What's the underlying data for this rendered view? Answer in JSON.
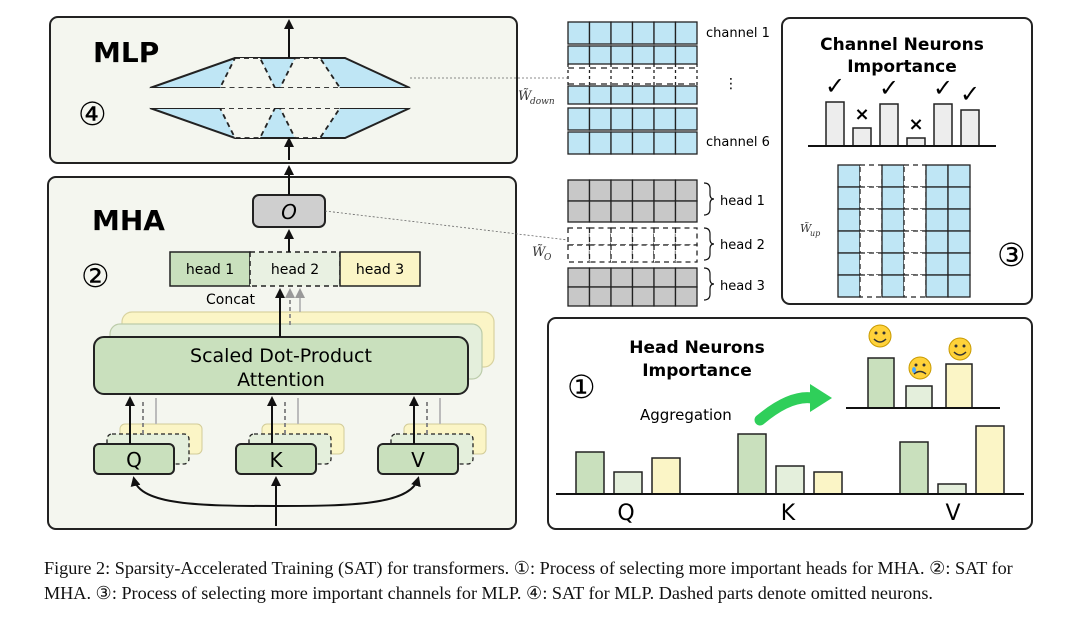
{
  "mlp": {
    "title": "MLP",
    "number": "④"
  },
  "mha": {
    "title": "MHA",
    "number": "②",
    "o_label": "O",
    "concat_label": "Concat",
    "heads": [
      "head 1",
      "head 2",
      "head 3"
    ],
    "attention_line1": "Scaled Dot-Product",
    "attention_line2": "Attention",
    "inputs": [
      "Q",
      "K",
      "V"
    ]
  },
  "w_down": {
    "label_main": "W̃",
    "label_sub": "down",
    "channel_first": "channel 1",
    "channel_dots": "⋮",
    "channel_last": "channel 6"
  },
  "w_o": {
    "label_main": "W̃",
    "label_sub": "O",
    "heads": [
      "head 1",
      "head 2",
      "head 3"
    ]
  },
  "channel_panel": {
    "title_line1": "Channel Neurons",
    "title_line2": "Importance",
    "number": "③",
    "w_up_main": "W̃",
    "w_up_sub": "up",
    "marks": [
      "✓",
      "×",
      "✓",
      "×",
      "✓",
      "✓"
    ]
  },
  "head_panel": {
    "title_line1": "Head Neurons",
    "title_line2": "Importance",
    "number": "①",
    "aggregation_label": "Aggregation",
    "groups": [
      "Q",
      "K",
      "V"
    ],
    "emojis": [
      "☺",
      "☹",
      "☺"
    ]
  },
  "colors": {
    "green": "#c9e0bd",
    "light_green": "#e4efdc",
    "yellow": "#fbf5c6",
    "blue": "#bfe6f5",
    "grey": "#c8c8c8",
    "panel": "#f4f6ef"
  },
  "caption": "Figure 2: Sparsity-Accelerated Training (SAT) for transformers. ①: Process of selecting more important heads for MHA. ②: SAT for MHA. ③: Process of selecting more important channels for MLP. ④: SAT for MLP. Dashed parts denote omitted neurons."
}
